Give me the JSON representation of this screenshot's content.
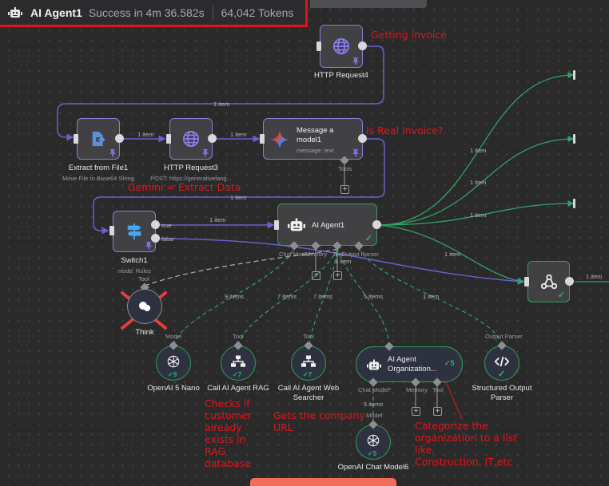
{
  "execution_bar": {
    "icon": "robot-icon",
    "title": "AI Agent1",
    "status": "Success in 4m 36.582s",
    "tokens": "64,042 Tokens"
  },
  "nodes": {
    "http4": {
      "name": "HTTP Request4",
      "icon": "globe-icon"
    },
    "extract": {
      "name": "Extract from File1",
      "subtitle": "Move File to Base64 String",
      "icon": "file-export-icon"
    },
    "http3": {
      "name": "HTTP Request3",
      "subtitle": "POST: https://generativelang...",
      "icon": "globe-icon"
    },
    "gemini": {
      "title_line1": "Message a",
      "title_line2": "model1",
      "subtitle": "message: text",
      "tools_label": "Tools",
      "icon": "gemini-sparkle-icon"
    },
    "switch": {
      "name": "Switch1",
      "subtitle": "mode: Rules",
      "out_true": "true",
      "out_false": "false",
      "icon": "signpost-icon"
    },
    "agent1": {
      "name": "AI Agent1",
      "icon": "robot-icon",
      "ports": [
        "Chat Model",
        "Memory",
        "Tool",
        "Output Parser"
      ]
    },
    "think": {
      "name": "Think",
      "port_label": "Tool",
      "icon": "think-icon"
    },
    "openai_nano": {
      "name": "OpenAI 5 Nano",
      "port_label": "Model",
      "count": "9",
      "icon": "openai-icon"
    },
    "rag": {
      "name": "Call AI Agent RAG",
      "port_label": "Tool",
      "count": "7",
      "icon": "sitemap-icon"
    },
    "web": {
      "name_line1": "Call AI Agent Web",
      "name_line2": "Searcher",
      "port_label": "Tool",
      "count": "7",
      "icon": "sitemap-icon"
    },
    "org_agent": {
      "title_line1": "AI Agent",
      "title_line2": "Organization...",
      "count": "5",
      "ports": [
        "Chat Model*",
        "Memory",
        "Tool"
      ],
      "icon": "robot-icon"
    },
    "parser": {
      "name_line1": "Structured Output",
      "name_line2": "Parser",
      "port_label": "Output Parser",
      "icon": "code-icon"
    },
    "chat6": {
      "name": "OpenAI Chat Model6",
      "port_label": "Model",
      "count": "5",
      "icon": "openai-icon"
    },
    "webhook": {
      "icon": "webhook-icon"
    }
  },
  "edge_labels": {
    "http4_to_extract": "1 item",
    "extract_to_http3": "1 item",
    "http3_to_gemini": "1 item",
    "gemini_to_switch": "1 item",
    "switch_true": "1 item",
    "agent_out_1": "1 item",
    "agent_out_2": "1 item",
    "agent_out_3": "1 item",
    "agent_out_4": "1 item",
    "webhook_out": "1 item",
    "tool_line": "1 item",
    "nano": "9 items",
    "rag": "7 items",
    "web": "7 items",
    "org": "5 items",
    "parser": "1 item",
    "chat6": "5 items"
  },
  "annotations": {
    "getting_invoice": "Getting invoice",
    "is_real_invoice": "Is Real Invoice?",
    "gemini_extract": "Gemini = Extract Data",
    "checks_customer": "Checks if\ncustomer\nalready\nexists in\nRAG\ndatabase",
    "gets_company": "Gets the company\nURL",
    "categorize": "Categorize the\norganization to a list\nlike,\nConstruction, IT,etc"
  },
  "colors": {
    "canvas": "#2a2a2b",
    "main_edge": "#6b5fce",
    "success": "#2f9e5b",
    "annotation": "#e0161c",
    "highlight_border": "#e1141b"
  }
}
